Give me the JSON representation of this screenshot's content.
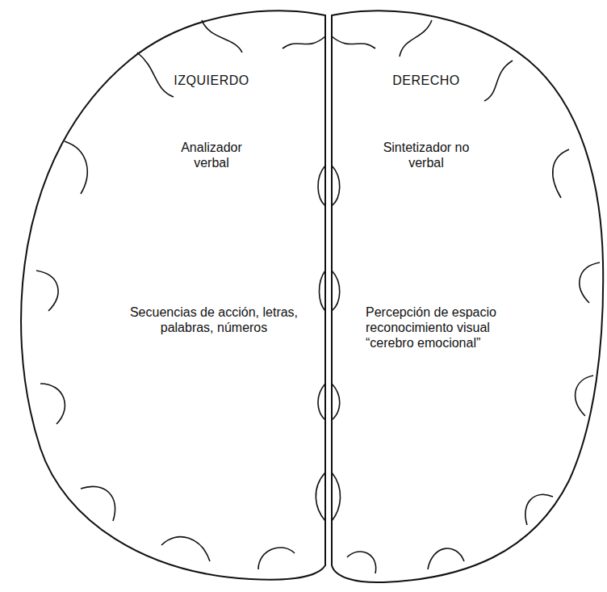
{
  "diagram": {
    "nodes": [
      {
        "text": [
          "IZQUIERDO",
          "Analizador verbal",
          "Secuencias de acción, letras, palabras, números"
        ]
      },
      {
        "text": [
          "DERECHO",
          "Sintetizador no verbal",
          "Percepción de espacio reconocimiento visual “cerebro emocional”"
        ]
      }
    ]
  }
}
